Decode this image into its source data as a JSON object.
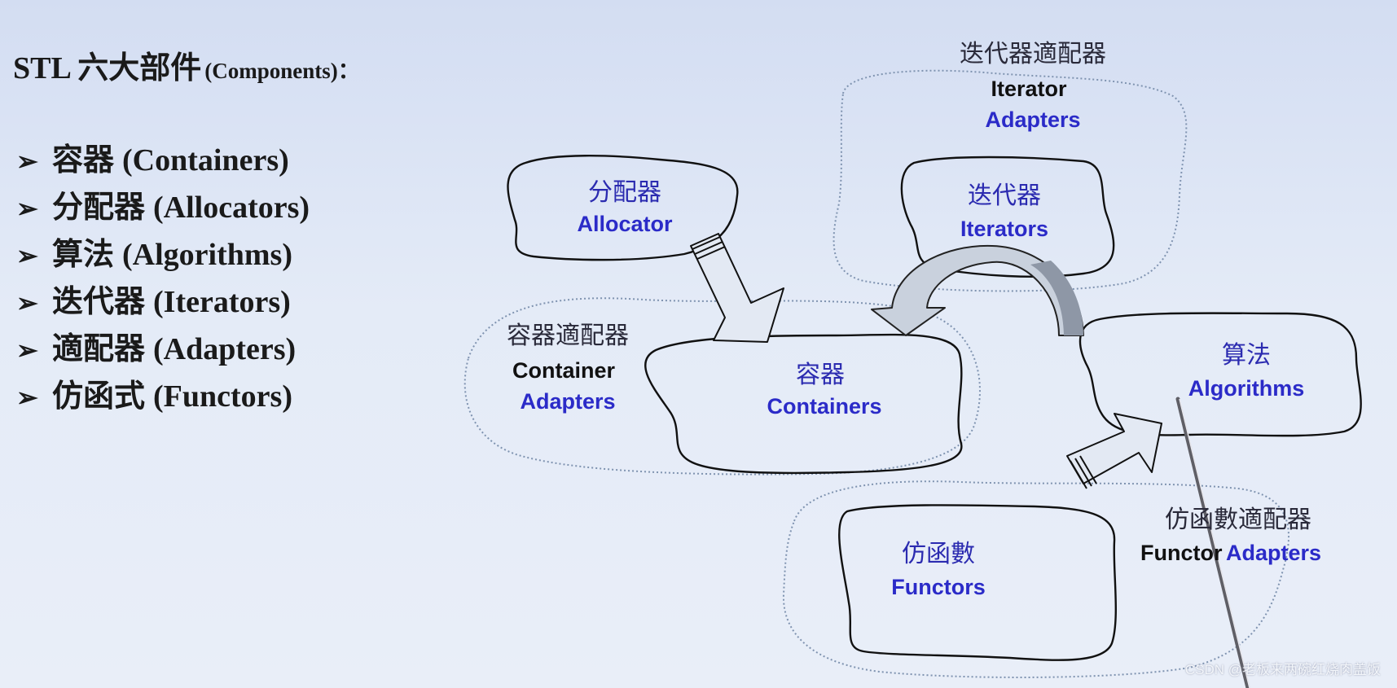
{
  "title": {
    "prefix": "STL 六大部件",
    "suffix": "(Components)："
  },
  "bullets": [
    {
      "zh": "容器",
      "en": "(Containers)"
    },
    {
      "zh": "分配器",
      "en": "(Allocators)"
    },
    {
      "zh": "算法",
      "en": "(Algorithms)"
    },
    {
      "zh": "迭代器",
      "en": "(Iterators)"
    },
    {
      "zh": "適配器",
      "en": "(Adapters)"
    },
    {
      "zh": "仿函式",
      "en": "(Functors)"
    }
  ],
  "bullet_marker": "➢",
  "diagram": {
    "iterator_adapters": {
      "zh": "迭代器適配器",
      "en1": "Iterator",
      "en2": "Adapters"
    },
    "allocator": {
      "zh": "分配器",
      "en": "Allocator"
    },
    "iterators": {
      "zh": "迭代器",
      "en": "Iterators"
    },
    "container_adapters": {
      "zh": "容器適配器",
      "en1": "Container",
      "en2": "Adapters"
    },
    "containers": {
      "zh": "容器",
      "en": "Containers"
    },
    "algorithms": {
      "zh": "算法",
      "en": "Algorithms"
    },
    "functor_adapters": {
      "zh": "仿函數適配器",
      "en1": "Functor",
      "en2": "Adapters"
    },
    "functors": {
      "zh": "仿函數",
      "en": "Functors"
    }
  },
  "watermark": "CSDN @老板来两碗红烧肉盖饭",
  "colors": {
    "label_blue": "#2b2bc8",
    "label_dark": "#111111",
    "background": "#dfe6f5"
  }
}
